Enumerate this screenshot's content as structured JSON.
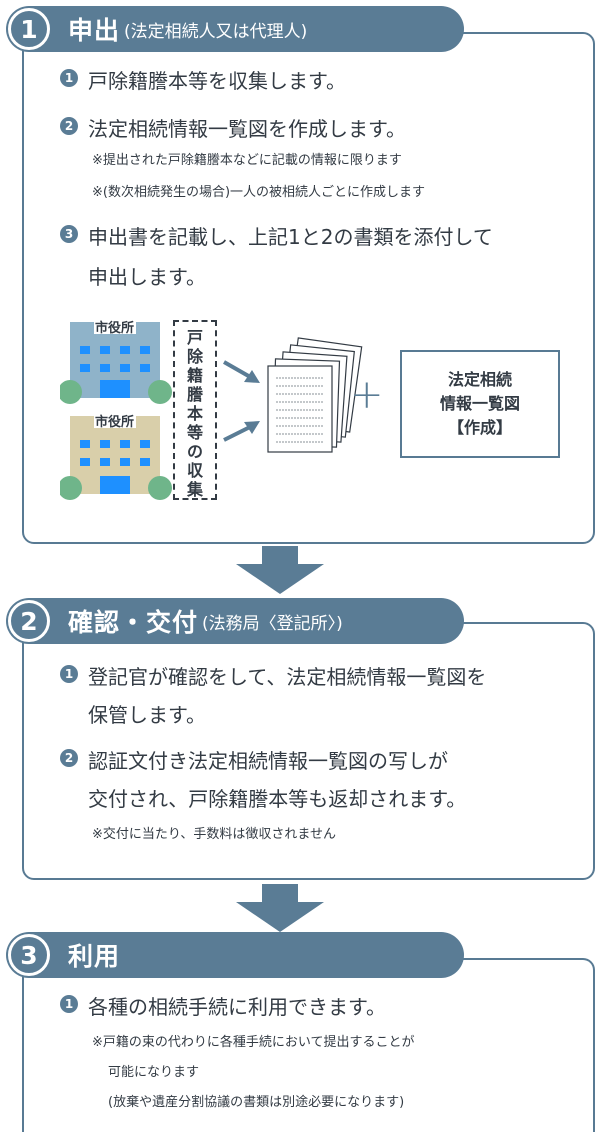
{
  "section1": {
    "number": "1",
    "title": "申出",
    "subtitle": "(法定相続人又は代理人)",
    "items": [
      {
        "num": "1",
        "lines": [
          "戸除籍謄本等を収集します。"
        ]
      },
      {
        "num": "2",
        "lines": [
          "法定相続情報一覧図を作成します。"
        ]
      },
      {
        "num": "3",
        "lines": [
          "申出書を記載し、上記1と2の書類を添付して",
          "申出します。"
        ]
      }
    ],
    "notes": [
      "※提出された戸除籍謄本などに記載の情報に限ります",
      "※(数次相続発生の場合)一人の被相続人ごとに作成します"
    ],
    "illustration": {
      "building_label": "市役所",
      "vertical_text": [
        "戸",
        "除",
        "籍",
        "謄",
        "本",
        "等",
        "の",
        "収",
        "集"
      ],
      "plus": "+",
      "result_lines": [
        "法定相続",
        "情報一覧図",
        "【作成】"
      ]
    }
  },
  "section2": {
    "number": "2",
    "title": "確認・交付",
    "subtitle": "(法務局〈登記所〉)",
    "items": [
      {
        "num": "1",
        "lines": [
          "登記官が確認をして、法定相続情報一覧図を",
          "保管します。"
        ]
      },
      {
        "num": "2",
        "lines": [
          "認証文付き法定相続情報一覧図の写しが",
          "交付され、戸除籍謄本等も返却されます。"
        ]
      }
    ],
    "notes": [
      "※交付に当たり、手数料は徴収されません"
    ]
  },
  "section3": {
    "number": "3",
    "title": "利用",
    "subtitle": "",
    "items": [
      {
        "num": "1",
        "lines": [
          "各種の相続手続に利用できます。"
        ]
      }
    ],
    "notes": [
      "※戸籍の束の代わりに各種手続において提出することが",
      "可能になります",
      "(放棄や遺産分割協議の書類は別途必要になります)"
    ]
  },
  "colors": {
    "accent": "#5a7c95",
    "building_blue": "#8fb3c9",
    "building_beige": "#d9cfaa",
    "tree": "#6fb58a"
  }
}
